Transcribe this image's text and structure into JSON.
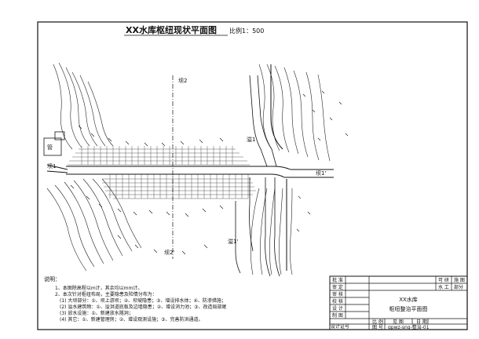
{
  "drawing": {
    "title": "XX水库枢纽现状平面图",
    "scale": "比例1：500"
  },
  "labels": {
    "dam_axis_top": "坝2",
    "dam_axis_bottom": "坝2'",
    "left_section": "坝1",
    "right_section": "坝1'",
    "spillway_top": "溢1",
    "spillway_bottom": "溢1'",
    "house": "管"
  },
  "notes": {
    "heading": "说明：",
    "lines": [
      "1、本图除高程以m计，其余均以mm计。",
      "2、本次针对枢纽布局，主要隐患及险情分布为：",
      "(1) 大坝部分：①、坝上游坝；②、坝坡隐患；③、增设排水体；④、防渗措施；",
      "(2) 溢水建筑物：①、溢洪道底板及边墙隐患；②、增设消力池；③、改造局部尾",
      "(3) 放水设施：①、新建放水隧洞；",
      "(4) 其它：①、新建管理房；②、增设观测设施；③、完善防洪通道。"
    ]
  },
  "title_block": {
    "row_labels": [
      "批 准",
      "审 定",
      "审 核",
      "校 核",
      "设 计",
      "制 图",
      "设计证号"
    ],
    "top_right": [
      "可 研",
      "施 图"
    ],
    "second_right": [
      "水 工",
      "部分"
    ],
    "project": "XX水库",
    "drawing_name": "枢纽整治平面图",
    "bottom_labels": [
      "比 例",
      "见 图",
      "日 期"
    ],
    "drawing_no_label": "图 号",
    "drawing_no": "gpwz-sng-整治-01"
  }
}
